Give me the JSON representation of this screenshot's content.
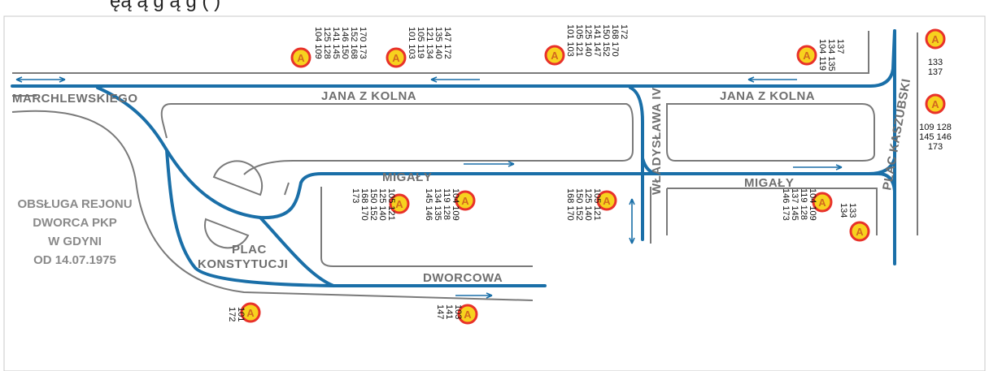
{
  "header": {
    "clipped_text": "ęą ą  g  ą g  (  )"
  },
  "colors": {
    "road": "#7a7a7a",
    "route": "#1a6fa8",
    "stop_fill": "#f7d21e",
    "stop_ring": "#e8322a",
    "label": "#6f6f6f"
  },
  "streets": {
    "marchlewskiego": "MARCHLEWSKIEGO",
    "jana_z_kolna_west": "JANA Z KOLNA",
    "jana_z_kolna_east": "JANA Z KOLNA",
    "wladyslawa": "WŁADYSŁAWA IV",
    "plac_kaszubski": "PLAC KASZUBSKI",
    "migaly_west": "MIGAŁY",
    "migaly_east": "MIGAŁY",
    "dworcowa": "DWORCOWA",
    "plac_konstytucji_1": "PLAC",
    "plac_konstytucji_2": "KONSTYTUCJI"
  },
  "info_text": {
    "line1": "OBSŁUGA REJONU",
    "line2": "DWORCA PKP",
    "line3": "W GDYNI",
    "line4": "OD 14.07.1975"
  },
  "stops": [
    {
      "icon": "bus-stop-icon",
      "letter": "A",
      "lines": [
        "104 109",
        "125 128",
        "141 145",
        "146 150",
        "152 168",
        "170 173"
      ]
    },
    {
      "icon": "bus-stop-icon",
      "letter": "A",
      "lines": [
        "101 103",
        "105 119",
        "121 134",
        "135 140",
        "147 172"
      ]
    },
    {
      "icon": "bus-stop-icon",
      "letter": "A",
      "lines": [
        "101 103",
        "105 121",
        "125 140",
        "141 147",
        "150 152",
        "168 170",
        "172"
      ]
    },
    {
      "icon": "bus-stop-icon",
      "letter": "A",
      "lines": [
        "104 119",
        "134 135",
        "137"
      ]
    },
    {
      "icon": "bus-stop-icon",
      "letter": "A",
      "lines": [
        "133",
        "137"
      ]
    },
    {
      "icon": "bus-stop-icon",
      "letter": "A",
      "lines": [
        "109 128",
        "145 146",
        "173"
      ]
    },
    {
      "icon": "bus-stop-icon",
      "letter": "A",
      "lines": [
        "105 121",
        "125 140",
        "150 152",
        "168 170",
        "173"
      ]
    },
    {
      "icon": "bus-stop-icon",
      "letter": "A",
      "lines": [
        "104 109",
        "119 128",
        "134 135",
        "145 146"
      ]
    },
    {
      "icon": "bus-stop-icon",
      "letter": "A",
      "lines": [
        "105 121",
        "125 140",
        "150 152",
        "168 170"
      ]
    },
    {
      "icon": "bus-stop-icon",
      "letter": "A",
      "lines": [
        "104 109",
        "119 128",
        "137 145",
        "146 173"
      ]
    },
    {
      "icon": "bus-stop-icon",
      "letter": "A",
      "lines": [
        "133",
        "134"
      ]
    },
    {
      "icon": "bus-stop-icon",
      "letter": "A",
      "lines": [
        "101",
        "172"
      ]
    },
    {
      "icon": "bus-stop-icon",
      "letter": "A",
      "lines": [
        "103",
        "141",
        "147"
      ]
    }
  ]
}
